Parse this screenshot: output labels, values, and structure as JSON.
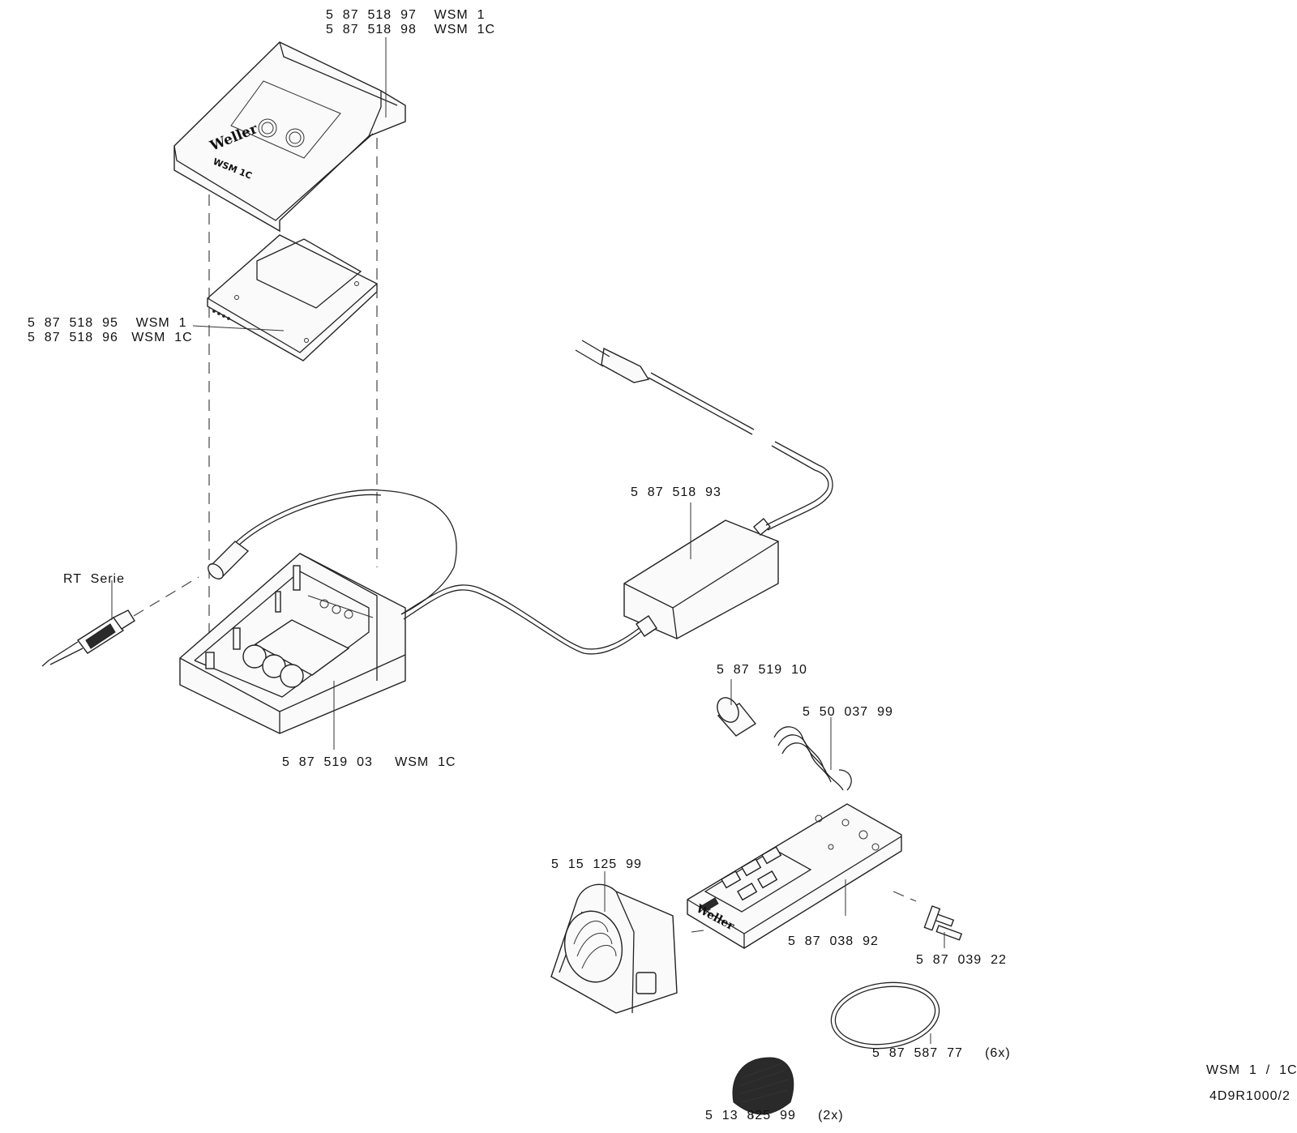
{
  "parts": {
    "housing_cover": [
      "5  87  518  97    WSM  1",
      "5  87  518  98    WSM  1C"
    ],
    "pcb_board": [
      "5  87  518  95    WSM  1",
      "5  87  518  96   WSM  1C"
    ],
    "handpiece": "RT  Serie",
    "power_supply": "5  87  518  93",
    "base_unit": "5  87  519  03     WSM  1C",
    "tip_sleeve": "5  87  519  10",
    "spring_holder": "5  50  037  99",
    "sponge_holder": "5  15  125  99",
    "stand_plate": "5  87  038  92",
    "connector_pins": "5  87  039  22",
    "o_ring": "5  87  587  77     (6x)",
    "sponge": "5  13  825  99     (2x)"
  },
  "brand": "Weller",
  "cover_model": "WSM 1C",
  "footer": {
    "model": "WSM  1  /  1C",
    "drawing_number": "4D9R1000/2"
  }
}
